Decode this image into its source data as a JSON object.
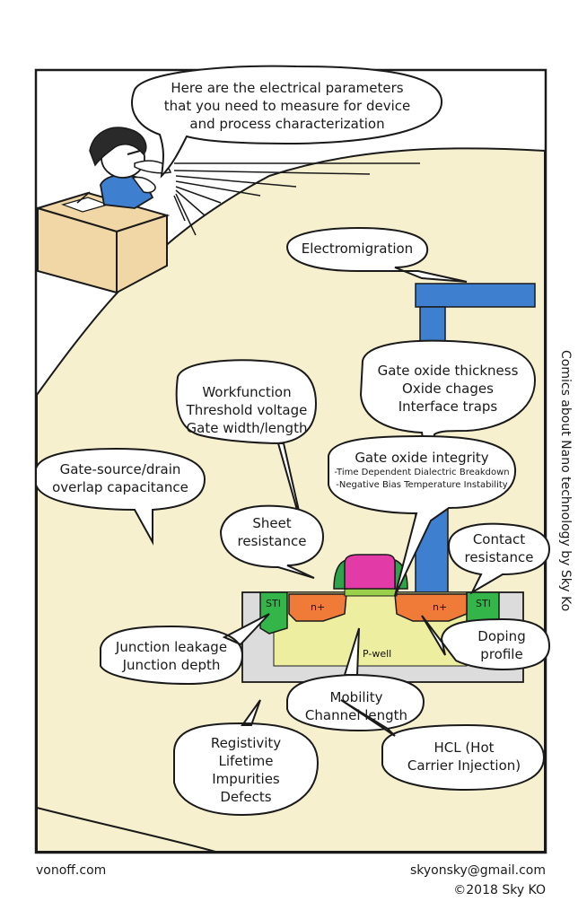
{
  "colors": {
    "desk": "#f1d6a6",
    "table": "#f7f0cf",
    "metal": "#3f7fd0",
    "gate": "#e23aa6",
    "spacer": "#2ea34a",
    "nplus": "#f07a37",
    "pwell": "#eeeea0",
    "substrate": "#dcdcdc",
    "sti": "#33b54a",
    "oxide": "#9ad04a"
  },
  "bubbles": {
    "intro": [
      "Here are the electrical parameters",
      "that you need to measure for device",
      "and process characterization"
    ],
    "electromigration": [
      "Electromigration"
    ],
    "gate_oxide_thickness": [
      "Gate oxide thickness",
      "Oxide chages",
      "Interface traps"
    ],
    "workfunction": [
      "Workfunction",
      "Threshold voltage",
      "Gate width/length"
    ],
    "gate_oxide_integrity": {
      "title": "Gate oxide integrity",
      "items": [
        "-Time Dependent Dialectric Breakdown",
        "-Negative Bias Temperature Instability"
      ]
    },
    "overlap": [
      "Gate-source/drain",
      "overlap capacitance"
    ],
    "sheet": [
      "Sheet",
      "resistance"
    ],
    "contact": [
      "Contact",
      "resistance"
    ],
    "junction": [
      "Junction leakage",
      "Junction depth"
    ],
    "doping": [
      "Doping",
      "profile"
    ],
    "mobility": [
      "Mobility",
      "Channel length"
    ],
    "resistivity": [
      "Registivity",
      "Lifetime",
      "Impurities",
      "Defects"
    ],
    "hcl": [
      "HCL (Hot",
      "Carrier Injection)"
    ]
  },
  "device_labels": {
    "sti_left": "STI",
    "sti_right": "STI",
    "nplus_left": "n+",
    "nplus_right": "n+",
    "pwell": "P-well"
  },
  "side_text": "Comics about Nano technology by Sky Ko",
  "footer": {
    "site": "vonoff.com",
    "email": "skyonsky@gmail.com",
    "copyright": "©2018 Sky KO"
  }
}
